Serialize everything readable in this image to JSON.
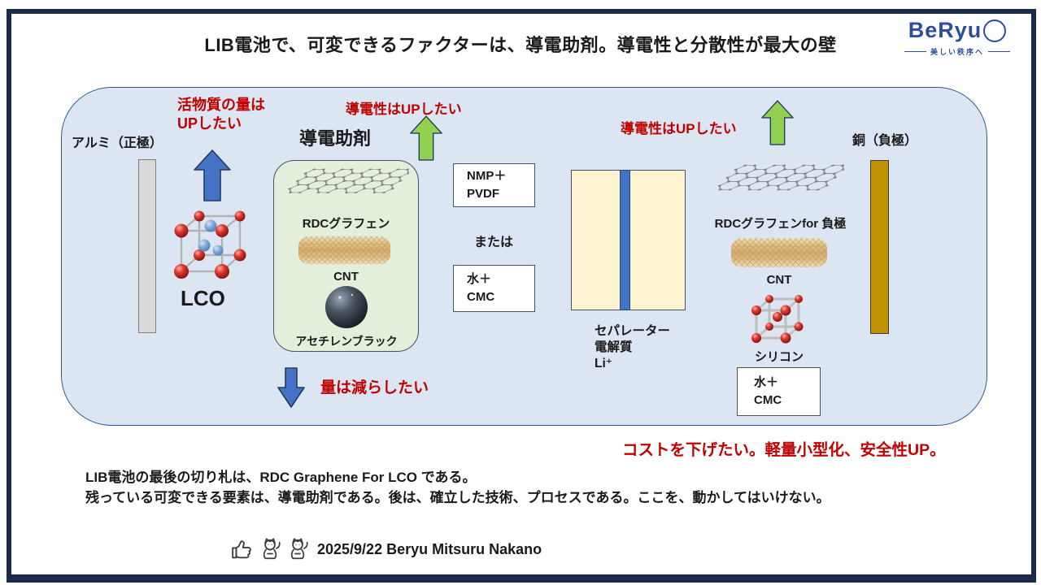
{
  "title": "LIB電池で、可変できるファクターは、導電助剤。導電性と分散性が最大の壁",
  "logo": {
    "brand": "BeRyu",
    "tagline": "美しい秩序へ"
  },
  "panel": {
    "aluminum_label": "アルミ（正極）",
    "active_goal_l1": "活物質の量は",
    "active_goal_l2": "UPしたい",
    "lco_label": "LCO",
    "additive_title": "導電助剤",
    "additive_graphene": "RDCグラフェン",
    "additive_cnt": "CNT",
    "additive_ab": "アセチレンブラック",
    "conductivity_goal_left": "導電性はUPしたい",
    "reduce_goal": "量は減らしたい",
    "binder_nmp_l1": "NMP＋",
    "binder_nmp_l2": "PVDF",
    "or_label": "または",
    "binder_water_l1": "水＋",
    "binder_water_l2": "CMC",
    "sep_l1": "セパレーター",
    "sep_l2": "電解質",
    "sep_l3": "Li⁺",
    "conductivity_goal_right": "導電性はUPしたい",
    "anode_graphene": "RDCグラフェンfor 負極",
    "anode_cnt": "CNT",
    "anode_si": "シリコン",
    "anode_binder_l1": "水＋",
    "anode_binder_l2": "CMC",
    "copper_label": "銅（負極）",
    "cost_goal": "コストを下げたい。軽量小型化、安全性UP。"
  },
  "summary": {
    "l1": "LIB電池の最後の切り札は、RDC Graphene For LCO である。",
    "l2": "残っている可変できる要素は、導電助剤である。後は、確立した技術、プロセスである。ここを、動かしてはいけない。"
  },
  "footer": {
    "credit": "2025/9/22 Beryu Mitsuru Nakano"
  },
  "colors": {
    "accent_red": "#c00000",
    "frame_navy": "#1b2a4a",
    "panel_blue": "#dbe6f2",
    "additive_box_green": "#e3efda",
    "arrow_blue": "#4472c4",
    "arrow_green": "#92d050",
    "copper": "#bf9000",
    "aluminum": "#d9d9d9",
    "separator_cream": "#fdf3d0",
    "logo_blue": "#2e4d9e"
  }
}
